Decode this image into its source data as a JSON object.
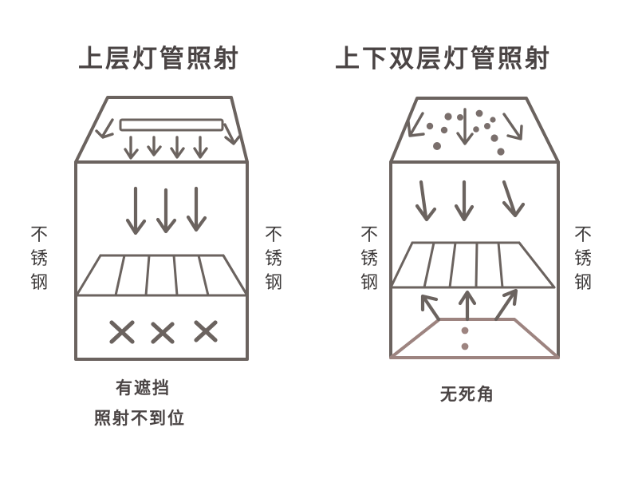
{
  "page": {
    "background_color": "#ffffff",
    "ink_color": "#6b635f",
    "accent_color": "#9d8480",
    "text_color": "#4a4444"
  },
  "left_panel": {
    "title": "上层灯管照射",
    "side_label_left": "不锈钢",
    "side_label_right": "不锈钢",
    "caption_line1": "有遮挡",
    "caption_line2": "照射不到位",
    "lamp_count": 1,
    "lamp_position": "top",
    "roof_arrow_count": 6,
    "interior_arrow_count": 3,
    "shelf_slat_count": 5,
    "x_mark_count": 3,
    "has_bottom_lamp": false
  },
  "right_panel": {
    "title": "上下双层灯管照射",
    "side_label_left": "不锈钢",
    "side_label_right": "不锈钢",
    "caption_line1": "无死角",
    "lamp_count": 2,
    "lamp_position": "top-and-bottom",
    "roof_arrow_count": 3,
    "roof_dot_count": 11,
    "interior_arrow_count": 3,
    "shelf_slat_count": 5,
    "upward_arrow_count": 3,
    "bottom_dot_count": 2,
    "has_bottom_lamp": true
  }
}
